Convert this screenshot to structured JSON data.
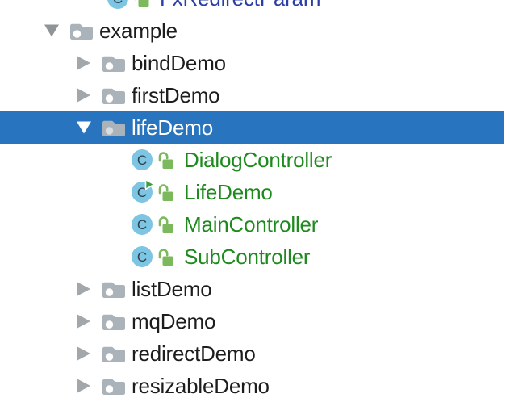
{
  "app": {
    "context": "project-tree-panel",
    "selected_item": "lifeDemo"
  },
  "colors": {
    "selection_background": "#2874BE",
    "vcs_added_green_text": "#1E8A1E",
    "vcs_modified_blue_text": "#2B3EA7",
    "default_text": "#1D1D1D",
    "selected_text": "#FFFFFF",
    "folder_icon_gray": "#ABB3BA",
    "chevron_gray": "#A2A7AB",
    "class_icon_blue": "#7CC5E3",
    "lock_icon_green": "#7CB95D",
    "run_overlay_green": "#3E9F41"
  },
  "icons": {
    "class_letter": "C"
  },
  "tree": {
    "rows": [
      {
        "label": "FxRedirectParam",
        "type": "class",
        "status": "modified",
        "clipped_top": true
      },
      {
        "label": "example",
        "type": "folder",
        "state": "expanded"
      },
      {
        "label": "bindDemo",
        "type": "folder",
        "state": "collapsed"
      },
      {
        "label": "firstDemo",
        "type": "folder",
        "state": "collapsed"
      },
      {
        "label": "lifeDemo",
        "type": "folder",
        "state": "expanded",
        "selected": true
      },
      {
        "label": "DialogController",
        "type": "class",
        "status": "added"
      },
      {
        "label": "LifeDemo",
        "type": "class",
        "status": "added",
        "runnable": true
      },
      {
        "label": "MainController",
        "type": "class",
        "status": "added"
      },
      {
        "label": "SubController",
        "type": "class",
        "status": "added"
      },
      {
        "label": "listDemo",
        "type": "folder",
        "state": "collapsed"
      },
      {
        "label": "mqDemo",
        "type": "folder",
        "state": "collapsed"
      },
      {
        "label": "redirectDemo",
        "type": "folder",
        "state": "collapsed"
      },
      {
        "label": "resizableDemo",
        "type": "folder",
        "state": "collapsed"
      }
    ]
  }
}
